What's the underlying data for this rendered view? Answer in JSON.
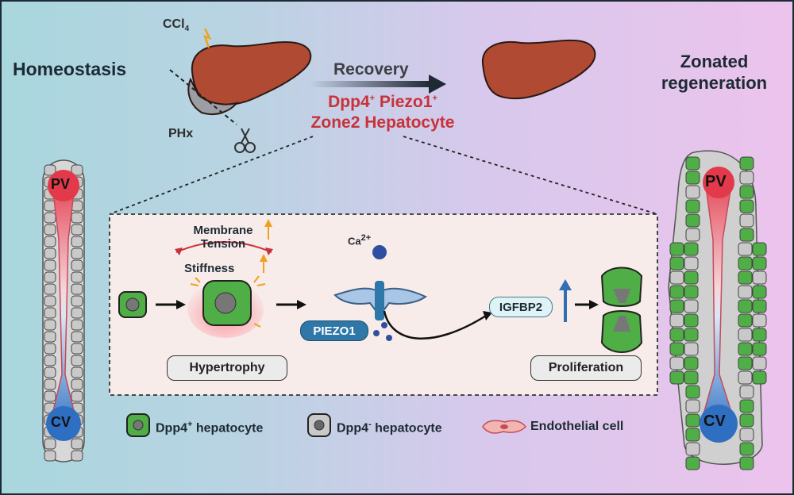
{
  "title_left": "Homeostasis",
  "title_right": "Zonated regeneration",
  "ccl4": "CCl",
  "ccl4_sub": "4",
  "phx": "PHx",
  "recovery": "Recovery",
  "cell_line1_a": "Dpp4",
  "cell_line1_a_sup": "+",
  "cell_line1_b": "Piezo1",
  "cell_line1_b_sup": "+",
  "cell_line2": "Zone2 Hepatocyte",
  "pv": "PV",
  "cv": "CV",
  "membrane": "Membrane",
  "tension": "Tension",
  "stiffness": "Stiffness",
  "ca": "Ca",
  "ca_sup": "2+",
  "piezo1": "PIEZO1",
  "igfbp2": "IGFBP2",
  "hypertrophy": "Hypertrophy",
  "proliferation": "Proliferation",
  "legend": {
    "pos_a": "Dpp4",
    "pos_sup": "+",
    "pos_b": " hepatocyte",
    "neg_a": "Dpp4",
    "neg_sup": "-",
    "neg_b": " hepatocyte",
    "endo": "Endothelial cell"
  },
  "colors": {
    "liver": "#b04a33",
    "green_cell": "#4fae45",
    "gray_cell": "#c9c9c9",
    "red_text": "#c8323a",
    "piezo": "#2f77a8"
  }
}
